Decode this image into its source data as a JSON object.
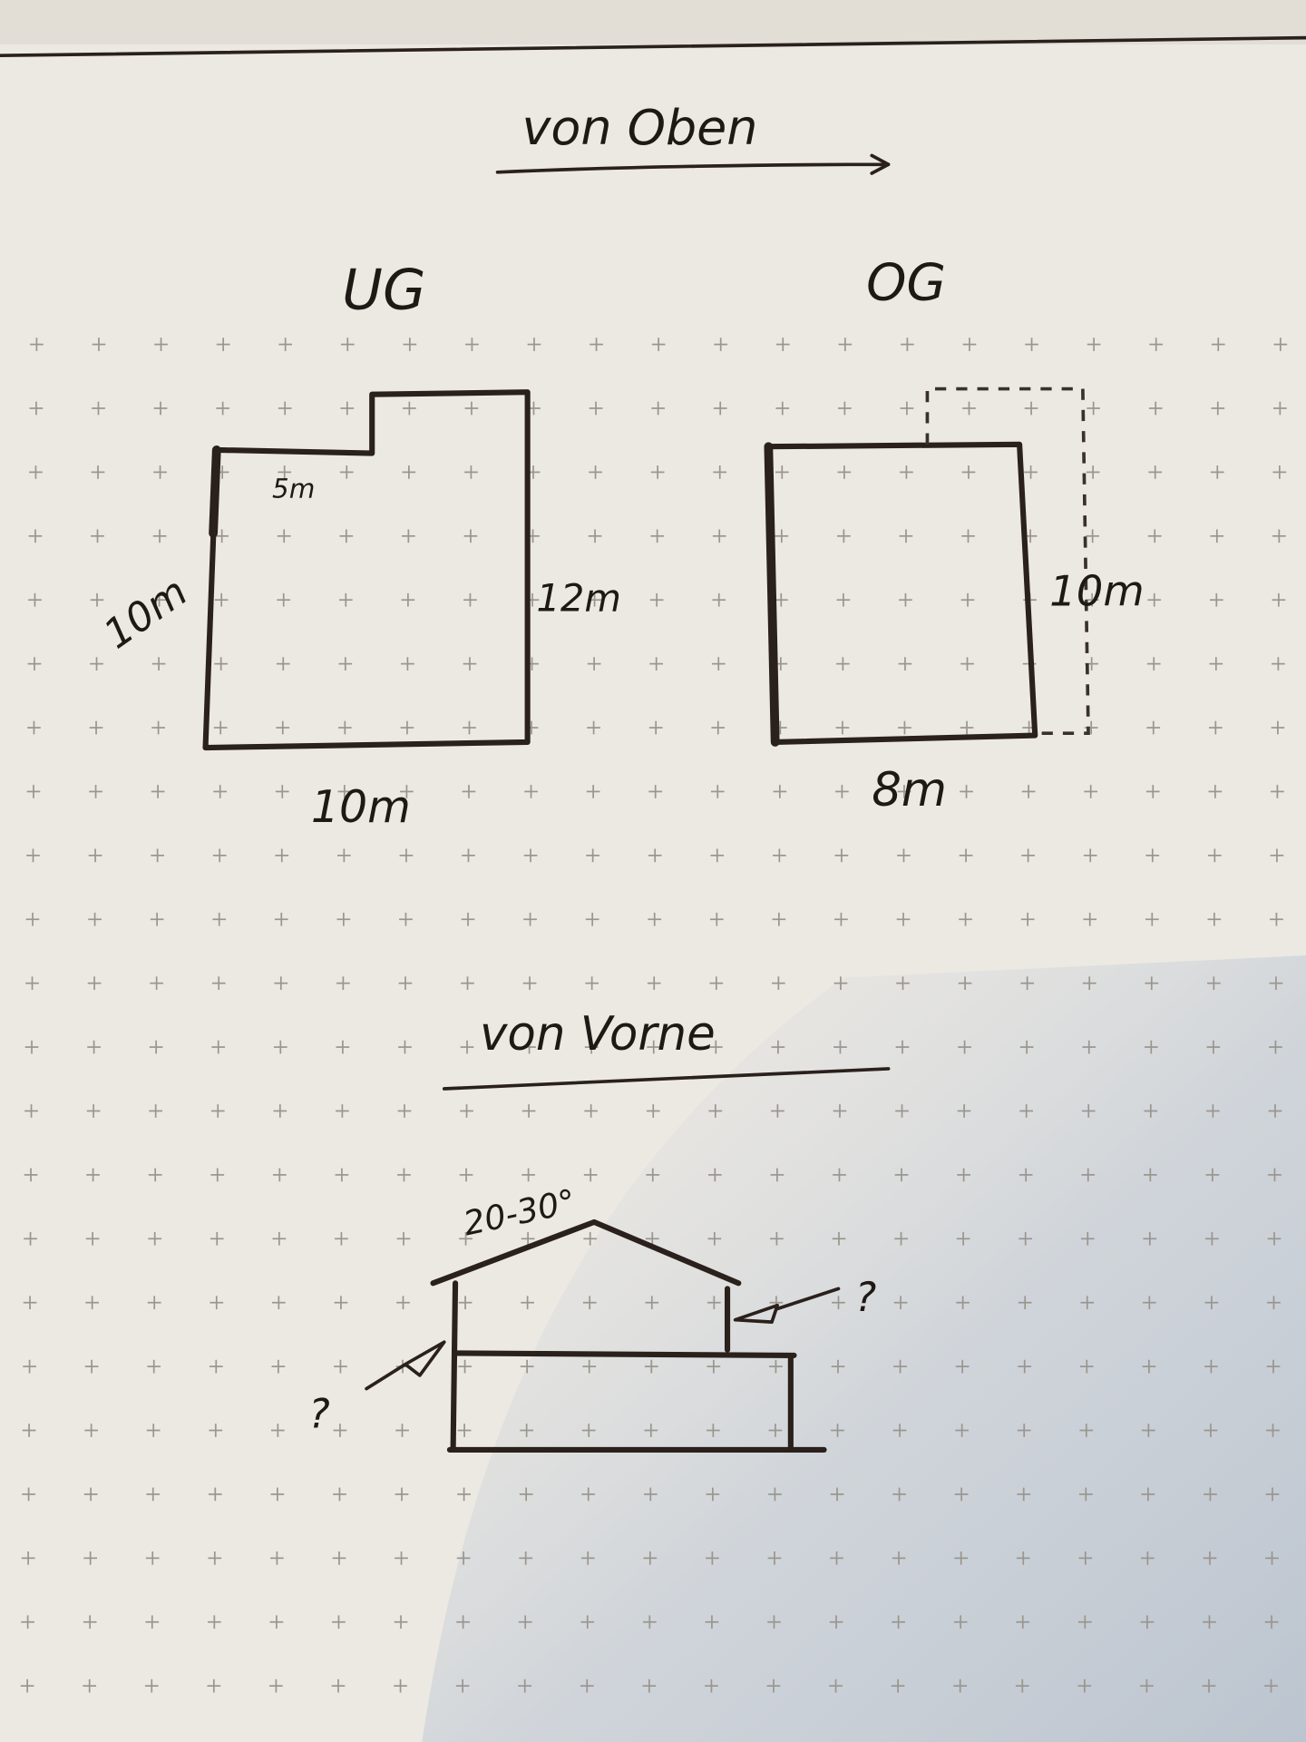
{
  "top_view": {
    "title": "von Oben",
    "ug": {
      "label": "UG",
      "dim_notch": "5m",
      "dim_left": "10m",
      "dim_right": "12m",
      "dim_bottom": "10m"
    },
    "og": {
      "label": "OG",
      "dim_right": "10m",
      "dim_bottom": "8m"
    }
  },
  "front_view": {
    "title": "von Vorne",
    "roof_angle": "20-30°",
    "question_left": "?",
    "question_right": "?"
  },
  "colors": {
    "paper": "#e9e6e0",
    "ink": "#2a201c",
    "shadow": "#b9c3d0"
  }
}
